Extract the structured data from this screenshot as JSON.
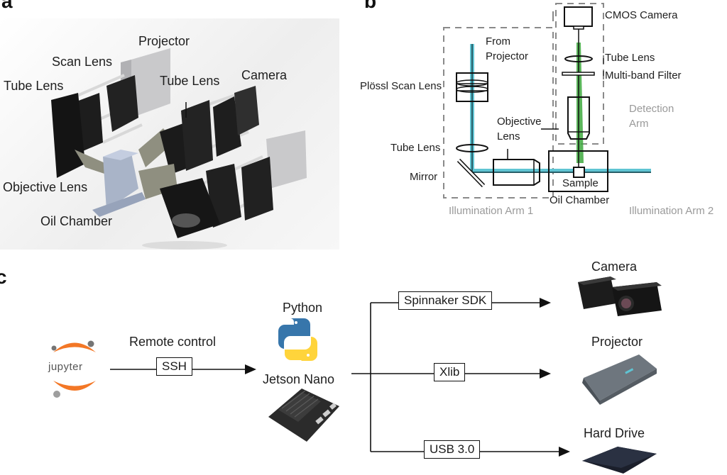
{
  "panels": {
    "a": {
      "letter": "a",
      "labels": {
        "projector": "Projector",
        "scan_lens": "Scan Lens",
        "tube_lens_left": "Tube Lens",
        "tube_lens_center": "Tube Lens",
        "camera": "Camera",
        "objective_lens": "Objective Lens",
        "oil_chamber": "Oil Chamber"
      }
    },
    "b": {
      "letter": "b",
      "labels": {
        "from_projector_1": "From",
        "from_projector_2": "Projector",
        "plossl_scan_lens": "Plössl Scan Lens",
        "tube_lens_illum": "Tube Lens",
        "mirror": "Mirror",
        "objective_lens_1": "Objective",
        "objective_lens_2": "Lens",
        "sample": "Sample",
        "oil_chamber": "Oil Chamber",
        "cmos_camera": "CMOS Camera",
        "tube_lens_detect": "Tube Lens",
        "multiband_filter": "Multi-band Filter",
        "detection_arm_1": "Detection",
        "detection_arm_2": "Arm",
        "illumination_arm_1": "Illumination Arm 1",
        "illumination_arm_2": "Illumination Arm 2"
      },
      "colors": {
        "illumination_beam": "#5fc4d3",
        "detection_beam": "#3da83d",
        "dashed_box": "#8a8a8a"
      }
    },
    "c": {
      "letter": "c",
      "controller": "jupyter",
      "link_label": "Remote control",
      "link_protocol": "SSH",
      "hub_software": "Python",
      "hub_device": "Jetson Nano",
      "branches": [
        {
          "protocol": "Spinnaker SDK",
          "device": "Camera"
        },
        {
          "protocol": "Xlib",
          "device": "Projector"
        },
        {
          "protocol": "USB 3.0",
          "device": "Hard Drive"
        }
      ],
      "colors": {
        "jupyter_orange": "#f37726",
        "jupyter_gray": "#9e9e9e",
        "python_blue": "#3776ab",
        "python_yellow": "#ffd43b"
      }
    }
  }
}
